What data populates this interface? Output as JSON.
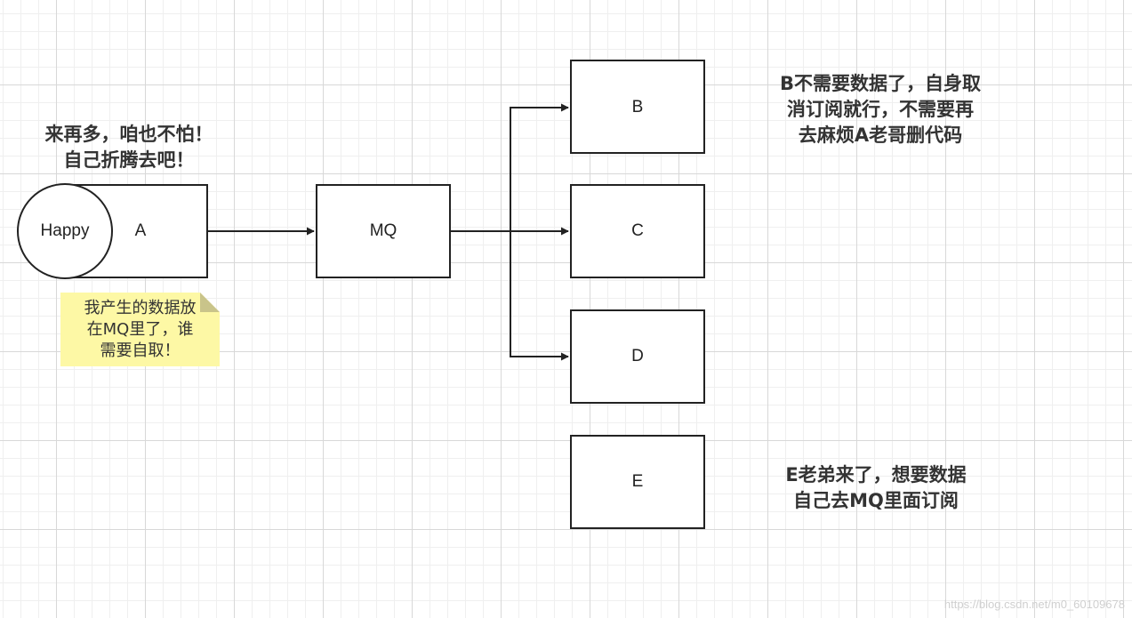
{
  "diagram": {
    "producer": {
      "circle_label": "Happy",
      "box_label": "A"
    },
    "queue_label": "MQ",
    "consumers": [
      {
        "label": "B",
        "subscribed": true
      },
      {
        "label": "C",
        "subscribed": true
      },
      {
        "label": "D",
        "subscribed": true
      },
      {
        "label": "E",
        "subscribed": false
      }
    ],
    "notes": {
      "producer_title": [
        "来再多，咱也不怕！",
        "自己折腾去吧！"
      ],
      "sticky": [
        "我产生的数据放",
        "在MQ里了，谁",
        "需要自取！"
      ],
      "b_note": [
        "B不需要数据了，自身取",
        "消订阅就行，不需要再",
        "去麻烦A老哥删代码"
      ],
      "e_note": [
        "E老弟来了，想要数据",
        "自己去MQ里面订阅"
      ]
    },
    "watermark": "https://blog.csdn.net/m0_60109678"
  },
  "colors": {
    "stroke": "#222222",
    "sticky_fill": "#fdf8a5",
    "sticky_fold": "#c9c48a"
  }
}
